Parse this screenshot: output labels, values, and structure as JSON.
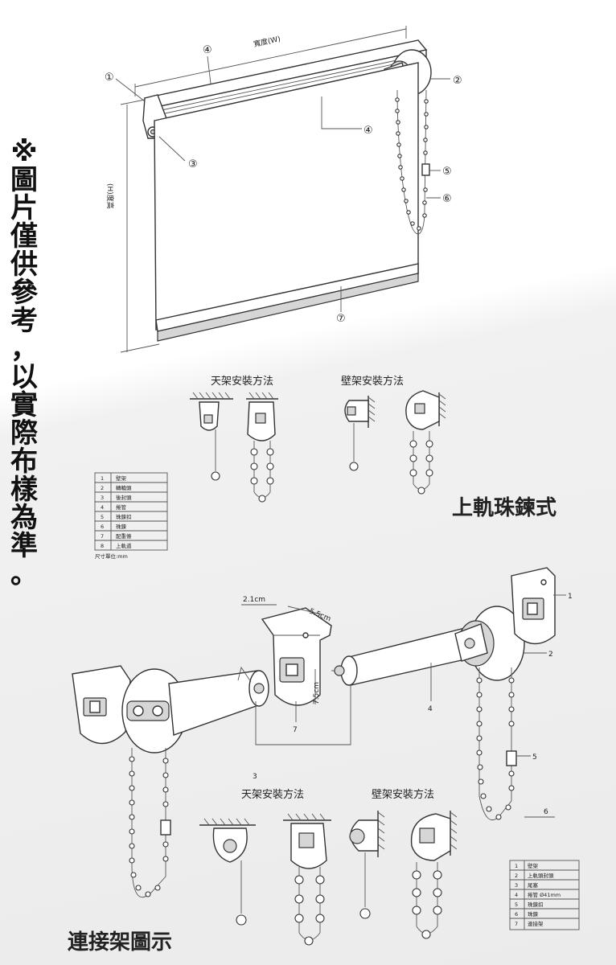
{
  "vertical_note": [
    "※",
    "圖",
    "片",
    "僅",
    "供",
    "參",
    "考",
    "，",
    "以",
    "實",
    "際",
    "布",
    "樣",
    "為",
    "準",
    "。"
  ],
  "top": {
    "width_label": "寬度(W)",
    "height_label": "(H)度高",
    "callouts": [
      "①",
      "②",
      "③",
      "④",
      "④",
      "⑤",
      "⑥",
      "⑦"
    ],
    "ceiling_title": "天架安裝方法",
    "wall_title": "壁架安裝方法",
    "section_title": "上軌珠鍊式",
    "legend": [
      {
        "n": "1",
        "t": "壁架"
      },
      {
        "n": "2",
        "t": "轉輪頭"
      },
      {
        "n": "3",
        "t": "後封頭"
      },
      {
        "n": "4",
        "t": "捲管"
      },
      {
        "n": "5",
        "t": "珠鍊扣"
      },
      {
        "n": "6",
        "t": "珠鍊"
      },
      {
        "n": "7",
        "t": "配重條"
      },
      {
        "n": "8",
        "t": "上軌道"
      }
    ],
    "legend_note": "尺寸單位:mm"
  },
  "bottom": {
    "dim_a": "2.1cm",
    "dim_b": "5.5cm",
    "dim_c": "7.5cm",
    "part_numbers": [
      "1",
      "2",
      "3",
      "4",
      "5",
      "6",
      "7"
    ],
    "ceiling_title": "天架安裝方法",
    "wall_title": "壁架安裝方法",
    "section_title": "連接架圖示",
    "legend": [
      {
        "n": "1",
        "t": "壁架"
      },
      {
        "n": "2",
        "t": "上軌頭封頭"
      },
      {
        "n": "3",
        "t": "尾塞"
      },
      {
        "n": "4",
        "t": "捲管 Ø41mm"
      },
      {
        "n": "5",
        "t": "珠鍊扣"
      },
      {
        "n": "6",
        "t": "珠鍊"
      },
      {
        "n": "7",
        "t": "連接架"
      }
    ]
  }
}
